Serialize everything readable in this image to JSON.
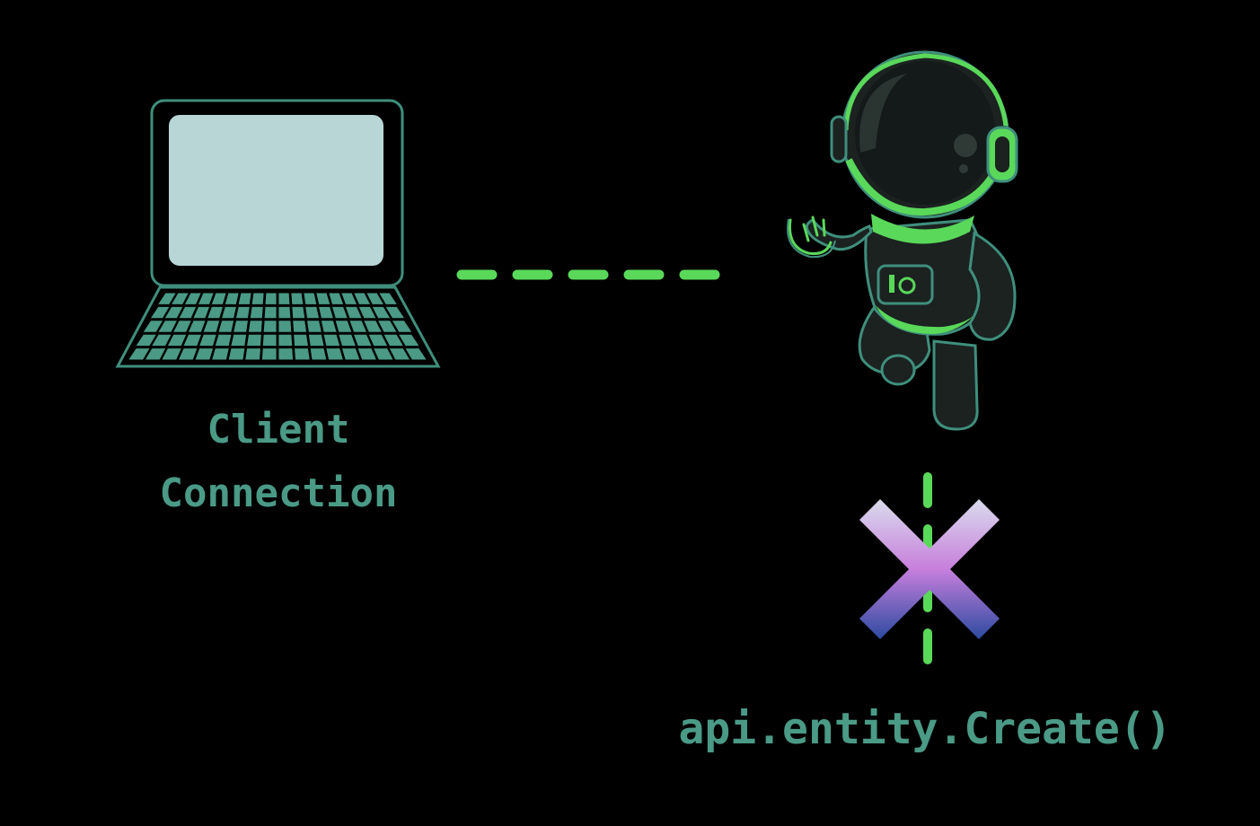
{
  "colors": {
    "background": "#000000",
    "accent_green": "#5ad85a",
    "outline_teal": "#3f8f7c",
    "text_teal": "#4a9a86",
    "screen_fill": "#b8d6d6",
    "keyboard_fill": "#4a9a86",
    "astronaut_body": "#1b2220",
    "x_gradient_top": "#d9dcec",
    "x_gradient_mid": "#c77fdc",
    "x_gradient_bottom": "#2c4aa0"
  },
  "client": {
    "icon": "laptop-icon",
    "label_line1": "Client",
    "label_line2": "Connection"
  },
  "server": {
    "icon": "astronaut-mascot-icon"
  },
  "connection": {
    "style": "dashed",
    "status": "connected"
  },
  "api_call": {
    "icon": "x-mark-icon",
    "status": "broken",
    "label": "api.entity.Create()"
  }
}
